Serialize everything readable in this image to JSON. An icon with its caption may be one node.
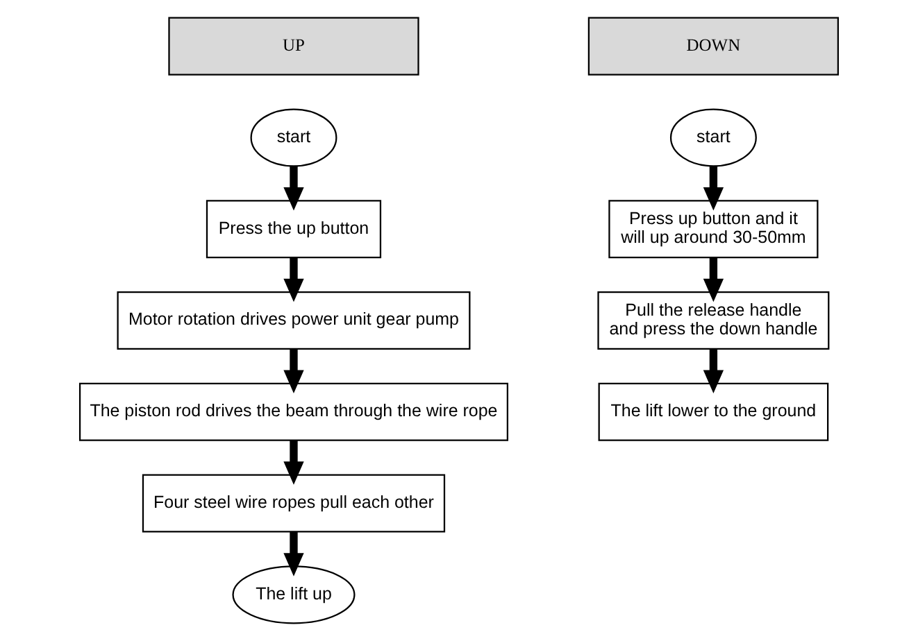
{
  "diagram": {
    "nodes": [
      {
        "text": [
          "UP"
        ]
      },
      {
        "text": [
          "start"
        ]
      },
      {
        "text": [
          "Press the up button"
        ]
      },
      {
        "text": [
          "Motor rotation drives power unit gear pump"
        ]
      },
      {
        "text": [
          "The piston rod drives the beam through the wire rope"
        ]
      },
      {
        "text": [
          "Four steel wire ropes pull each other"
        ]
      },
      {
        "text": [
          "The lift up"
        ]
      },
      {
        "text": [
          "DOWN"
        ]
      },
      {
        "text": [
          "start"
        ]
      },
      {
        "text": [
          "Press up button and it will up around 30-50mm"
        ]
      },
      {
        "text": [
          "Pull the release handle and press the down handle"
        ]
      },
      {
        "text": [
          "The lift lower to the ground"
        ]
      }
    ],
    "edges": [
      {
        "from": 1,
        "to": 2,
        "arrow": "to"
      },
      {
        "from": 2,
        "to": 3,
        "arrow": "to"
      },
      {
        "from": 3,
        "to": 4,
        "arrow": "to"
      },
      {
        "from": 4,
        "to": 5,
        "arrow": "to"
      },
      {
        "from": 5,
        "to": 6,
        "arrow": "to"
      },
      {
        "from": 8,
        "to": 9,
        "arrow": "to"
      },
      {
        "from": 9,
        "to": 10,
        "arrow": "to"
      },
      {
        "from": 10,
        "to": 11,
        "arrow": "to"
      }
    ]
  }
}
